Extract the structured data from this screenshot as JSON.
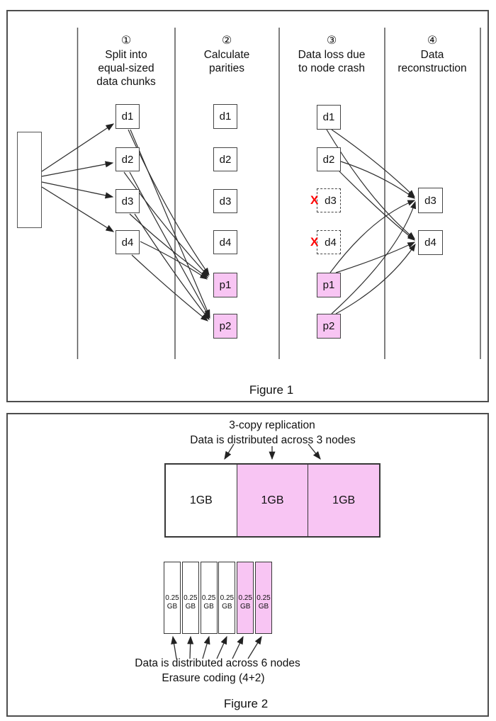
{
  "figure1": {
    "caption": "Figure 1",
    "steps": [
      {
        "num": "①",
        "lines": [
          "Split into",
          "equal-sized",
          "data chunks"
        ]
      },
      {
        "num": "②",
        "lines": [
          "Calculate",
          "parities"
        ]
      },
      {
        "num": "③",
        "lines": [
          "Data loss due",
          "to node crash"
        ]
      },
      {
        "num": "④",
        "lines": [
          "Data",
          "reconstruction"
        ]
      }
    ],
    "col1_data": [
      "d1",
      "d2",
      "d3",
      "d4"
    ],
    "col2_data": [
      "d1",
      "d2",
      "d3",
      "d4"
    ],
    "col2_parity": [
      "p1",
      "p2"
    ],
    "col3_data": [
      "d1",
      "d2"
    ],
    "col3_lost": [
      {
        "marker": "X",
        "label": "d3"
      },
      {
        "marker": "X",
        "label": "d4"
      }
    ],
    "col3_parity": [
      "p1",
      "p2"
    ],
    "col4_data": [
      "d3",
      "d4"
    ]
  },
  "figure2": {
    "caption": "Figure 2",
    "replication": {
      "line1": "3-copy replication",
      "line2": "Data is distributed across 3 nodes",
      "nodes": [
        "1GB",
        "1GB",
        "1GB"
      ]
    },
    "erasure": {
      "nodes": [
        {
          "size": "0.25",
          "unit": "GB"
        },
        {
          "size": "0.25",
          "unit": "GB"
        },
        {
          "size": "0.25",
          "unit": "GB"
        },
        {
          "size": "0.25",
          "unit": "GB"
        },
        {
          "size": "0.25",
          "unit": "GB"
        },
        {
          "size": "0.25",
          "unit": "GB"
        }
      ],
      "line1": "Data is distributed across 6 nodes",
      "line2": "Erasure coding (4+2)"
    }
  },
  "colors": {
    "parity_fill": "#F8C5F3",
    "replica_fill": "#F8C5F3",
    "lost_x": "#FF0000",
    "line": "#2e2e2e"
  }
}
